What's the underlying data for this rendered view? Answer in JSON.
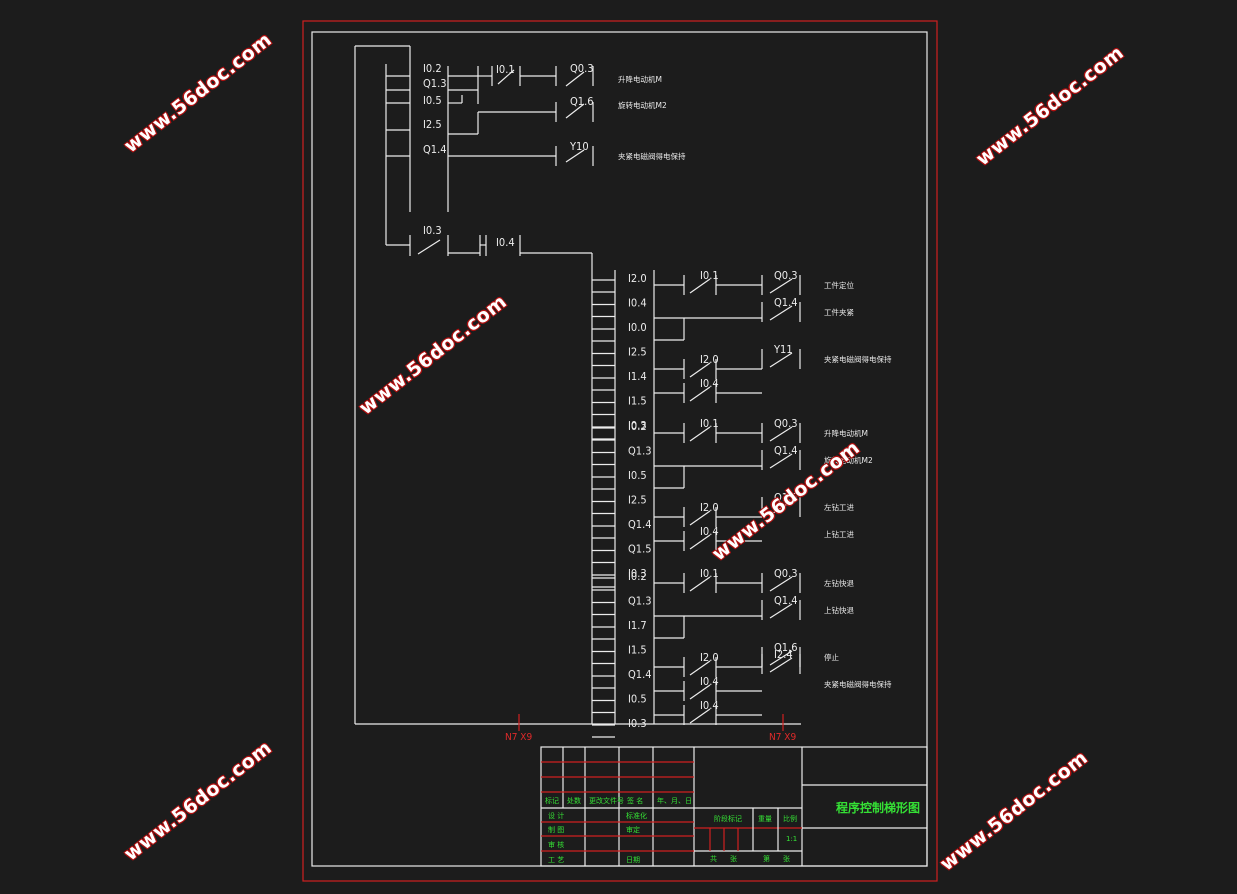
{
  "title_block": {
    "drawing_title": "程序控制梯形图",
    "left_headers": [
      "标记",
      "处数",
      "更改文件号",
      "签  名",
      "年、月、日"
    ],
    "left_rows": [
      "设  计",
      "制  图",
      "审  核",
      "工  艺"
    ],
    "mid_rows": [
      "标准化",
      "审定",
      "日期"
    ],
    "stage_headers": [
      "阶段标记",
      "重量",
      "比例"
    ],
    "scale": "1:1",
    "sheet_labels": [
      "共",
      "张",
      "第",
      "张"
    ]
  },
  "page_markers": [
    "N7 X9",
    "N7 X9"
  ],
  "watermark": "www.56doc.com",
  "colors": {
    "background": "#1c1c1c",
    "frame_red": "#d02020",
    "lines": "#ececec",
    "title_text": "#35e035"
  },
  "rungs_top": {
    "contacts": [
      {
        "name": "I0.2"
      },
      {
        "name": "Q1.3"
      },
      {
        "name": "I0.5"
      },
      {
        "name": "I2.5"
      },
      {
        "name": "Q1.4"
      },
      {
        "name": "I0.1"
      },
      {
        "name": "Q0.3"
      },
      {
        "name": "Q1.6"
      },
      {
        "name": "Y10"
      },
      {
        "name": "I0.3"
      },
      {
        "name": "I0.4"
      }
    ],
    "coils": [
      "升降电动机M",
      "旋转电动机M2",
      "夹紧电磁阀得电保持"
    ]
  },
  "rungs_right": {
    "groups": [
      {
        "left": [
          "I2.0",
          "I0.4",
          "I0.0",
          "I2.5",
          "I1.4",
          "I1.5",
          "I0.3"
        ],
        "mid": [
          "I0.1",
          "I2.0",
          "I0.4"
        ],
        "right": [
          "Q0.3",
          "Q1.4",
          "Y11"
        ],
        "coils": [
          "工件定位",
          "工件夹紧",
          "夹紧电磁阀得电保持"
        ]
      },
      {
        "left": [
          "I0.2",
          "Q1.3",
          "I0.5",
          "I2.5",
          "Q1.4",
          "Q1.5",
          "I0.3"
        ],
        "mid": [
          "I0.1",
          "I2.0",
          "I0.4"
        ],
        "right": [
          "Q0.3",
          "Q1.4",
          "Q1.6"
        ],
        "coils": [
          "升降电动机M",
          "旋转电动机M2",
          "左钻工进",
          "上钻工进"
        ]
      },
      {
        "left": [
          "I0.2",
          "Q1.3",
          "I1.7",
          "I1.5",
          "Q1.4",
          "I0.5",
          "I0.3"
        ],
        "mid": [
          "I0.1",
          "I2.0",
          "I0.4",
          "I0.4"
        ],
        "right": [
          "Q0.3",
          "Q1.4",
          "Q1.6",
          "I2.4"
        ],
        "coils": [
          "左钻快退",
          "上钻快退",
          "停止",
          "夹紧电磁阀得电保持"
        ]
      }
    ]
  }
}
